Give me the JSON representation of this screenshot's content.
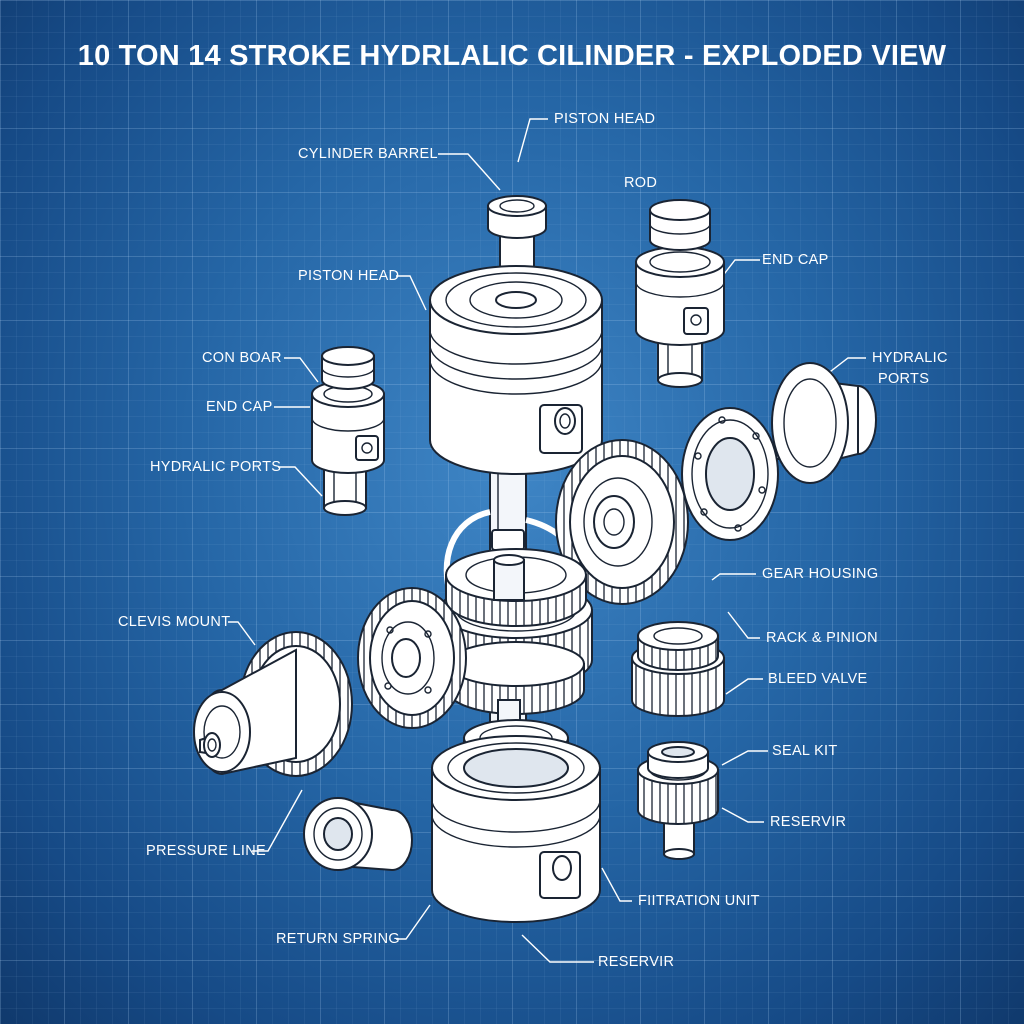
{
  "title": "10 TON 14 STROKE HYDRLALIC CILINDER - EXPLODED VIEW",
  "labels": {
    "piston_head_top": "PISTON HEAD",
    "cylinder_barrel": "CYLINDER BARREL",
    "rod": "ROD",
    "end_cap_right": "END CAP",
    "piston_head_left": "PISTON HEAD",
    "con_boar": "CON BOAR",
    "end_cap_left": "END CAP",
    "hydralic_ports_right_1": "HYDRALIC",
    "hydralic_ports_right_2": "PORTS",
    "hydralic_ports_left": "HYDRALIC PORTS",
    "gear_housing": "GEAR HOUSING",
    "clevis_mount": "CLEVIS MOUNT",
    "rack_pinion": "RACK & PINION",
    "bleed_valve": "BLEED VALVE",
    "seal_kit": "SEAL KIT",
    "reservir_right": "RESERVIR",
    "pressure_line": "PRESSURE LINE",
    "filtration_unit": "FIITRATION UNIT",
    "return_spring": "RETURN SPRING",
    "reservir_bottom": "RESERVIR"
  },
  "colors": {
    "blueprint_background": "#2566a6",
    "grid": "#aacdf0",
    "line_art": "#1a2433",
    "text": "#ffffff"
  }
}
